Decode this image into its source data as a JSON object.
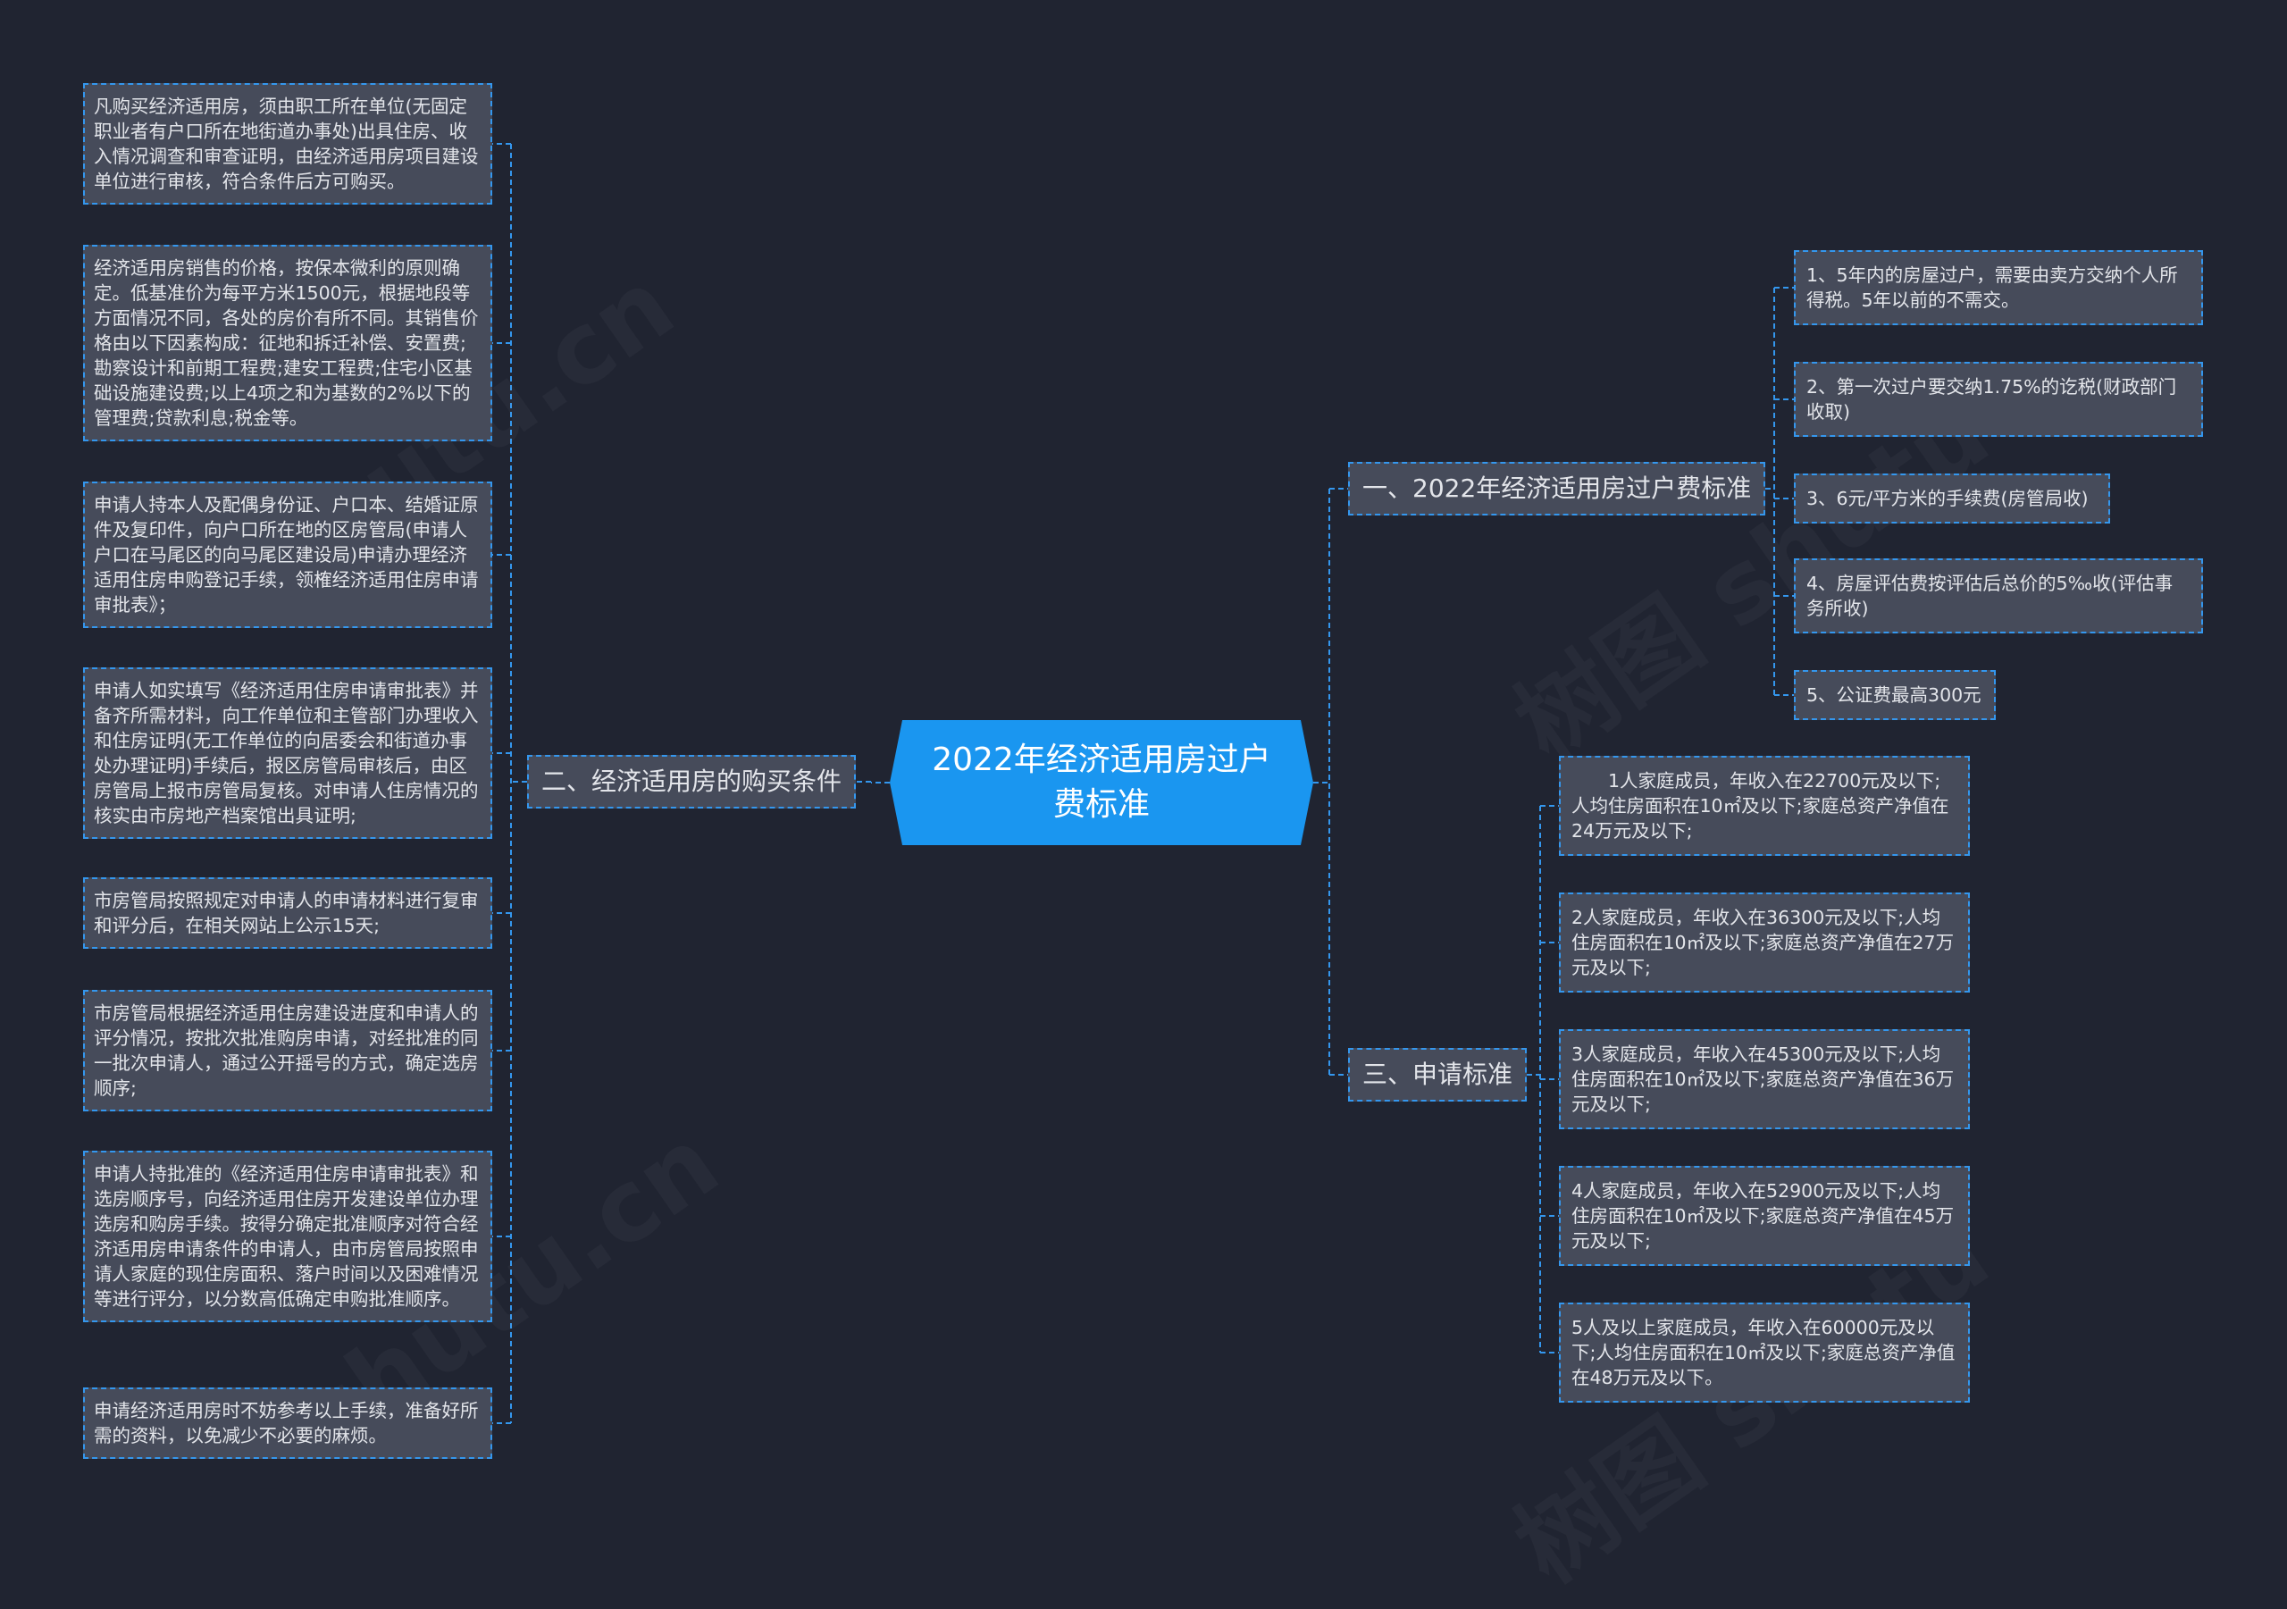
{
  "root": {
    "title": "2022年经济适用房过户费标准"
  },
  "branches": {
    "fees": {
      "label": "一、2022年经济适用房过户费标准",
      "items": [
        "1、5年内的房屋过户，需要由卖方交纳个人所得税。5年以前的不需交。",
        "2、第一次过户要交纳1.75%的讫税(财政部门收取)",
        "3、6元/平方米的手续费(房管局收)",
        "4、房屋评估费按评估后总价的5‰收(评估事务所收)",
        "5、公证费最高300元"
      ]
    },
    "conditions": {
      "label": "二、经济适用房的购买条件",
      "items": [
        "凡购买经济适用房，须由职工所在单位(无固定职业者有户口所在地街道办事处)出具住房、收入情况调查和审查证明，由经济适用房项目建设单位进行审核，符合条件后方可购买。",
        "经济适用房销售的价格，按保本微利的原则确定。低基准价为每平方米1500元，根据地段等方面情况不同，各处的房价有所不同。其销售价格由以下因素构成：征地和拆迁补偿、安置费;勘察设计和前期工程费;建安工程费;住宅小区基础设施建设费;以上4项之和为基数的2%以下的管理费;贷款利息;税金等。",
        "申请人持本人及配偶身份证、户口本、结婚证原件及复印件，向户口所在地的区房管局(申请人户口在马尾区的向马尾区建设局)申请办理经济适用住房申购登记手续，领榷经济适用住房申请审批表》；",
        "申请人如实填写《经济适用住房申请审批表》并备齐所需材料，向工作单位和主管部门办理收入和住房证明(无工作单位的向居委会和街道办事处办理证明)手续后，报区房管局审核后，由区房管局上报市房管局复核。对申请人住房情况的核实由市房地产档案馆出具证明;",
        "市房管局按照规定对申请人的申请材料进行复审和评分后，在相关网站上公示15天;",
        "市房管局根据经济适用住房建设进度和申请人的评分情况，按批次批准购房申请，对经批准的同一批次申请人，通过公开摇号的方式，确定选房顺序;",
        "申请人持批准的《经济适用住房申请审批表》和选房顺序号，向经济适用住房开发建设单位办理选房和购房手续。按得分确定批准顺序对符合经济适用房申请条件的申请人，由市房管局按照申请人家庭的现住房面积、落户时间以及困难情况等进行评分，以分数高低确定申购批准顺序。",
        "申请经济适用房时不妨参考以上手续，准备好所需的资料，以免减少不必要的麻烦。"
      ]
    },
    "criteria": {
      "label": "三、申请标准",
      "items": [
        "　　1人家庭成员，年收入在22700元及以下;人均住房面积在10㎡及以下;家庭总资产净值在24万元及以下;",
        "2人家庭成员，年收入在36300元及以下;人均住房面积在10㎡及以下;家庭总资产净值在27万元及以下;",
        "3人家庭成员，年收入在45300元及以下;人均住房面积在10㎡及以下;家庭总资产净值在36万元及以下;",
        "4人家庭成员，年收入在52900元及以下;人均住房面积在10㎡及以下;家庭总资产净值在45万元及以下;",
        "5人及以上家庭成员，年收入在60000元及以下;人均住房面积在10㎡及以下;家庭总资产净值在48万元及以下。"
      ]
    }
  },
  "colors": {
    "background": "#202431",
    "node_fill": "#464b5a",
    "border": "#3497ee",
    "root_fill": "#1a96f0"
  }
}
